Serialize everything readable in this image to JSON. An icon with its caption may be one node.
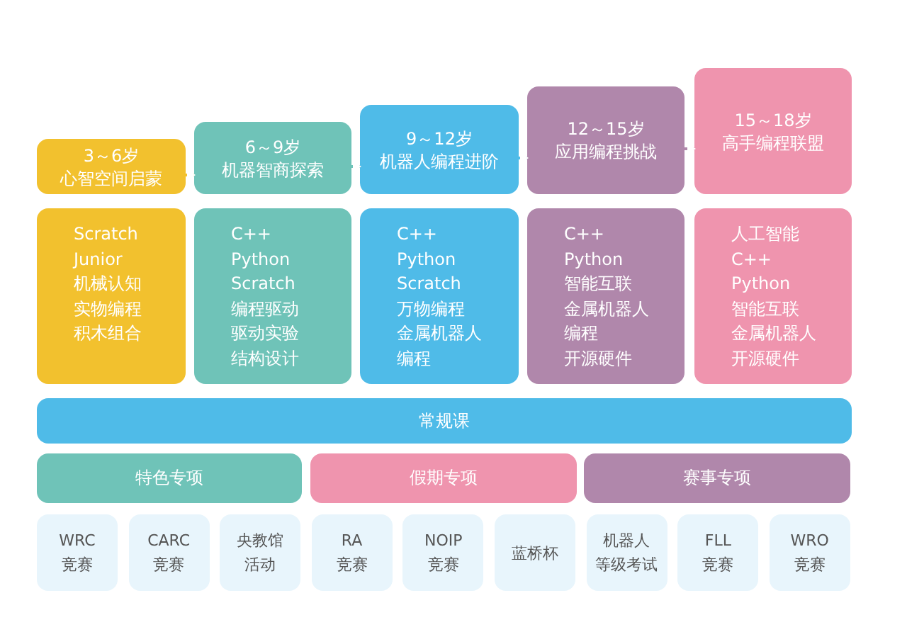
{
  "diagram": {
    "nodes": [
      {
        "text": [
          "3～6岁",
          "心智空间启蒙"
        ]
      },
      {
        "text": [
          "6～9岁",
          "机器智商探索"
        ]
      },
      {
        "text": [
          "9～12岁",
          "机器人编程进阶"
        ]
      },
      {
        "text": [
          "12～15岁",
          "应用编程挑战"
        ]
      },
      {
        "text": [
          "15～18岁",
          "高手编程联盟"
        ]
      },
      {
        "text": [
          "Scratch",
          "Junior",
          "机械认知",
          "实物编程",
          "积木组合"
        ]
      },
      {
        "text": [
          "C++",
          "Python",
          "Scratch",
          "编程驱动",
          "驱动实验",
          "结构设计"
        ]
      },
      {
        "text": [
          "C++",
          "Python",
          "Scratch",
          "万物编程",
          "金属机器人",
          "编程"
        ]
      },
      {
        "text": [
          "C++",
          "Python",
          "智能互联",
          "金属机器人",
          "编程",
          "开源硬件"
        ]
      },
      {
        "text": [
          "人工智能",
          "C++",
          "Python",
          "智能互联",
          "金属机器人",
          "开源硬件"
        ]
      },
      {
        "text": [
          "常规课"
        ]
      },
      {
        "text": [
          "特色专项"
        ]
      },
      {
        "text": [
          "假期专项"
        ]
      },
      {
        "text": [
          "赛事专项"
        ]
      },
      {
        "text": [
          "WRC",
          "竞赛"
        ]
      },
      {
        "text": [
          "CARC",
          "竞赛"
        ]
      },
      {
        "text": [
          "央教馆",
          "活动"
        ]
      },
      {
        "text": [
          "RA",
          "竞赛"
        ]
      },
      {
        "text": [
          "NOIP",
          "竞赛"
        ]
      },
      {
        "text": [
          "蓝桥杯"
        ]
      },
      {
        "text": [
          "机器人",
          "等级考试"
        ]
      },
      {
        "text": [
          "FLL",
          "竞赛"
        ]
      },
      {
        "text": [
          "WRO",
          "竞赛"
        ]
      }
    ],
    "edges": [
      {
        "from": 0,
        "to": 1,
        "arrow": "to",
        "color": "#f2c12e"
      },
      {
        "from": 1,
        "to": 2,
        "arrow": "to",
        "color": "#6fc3b8"
      },
      {
        "from": 2,
        "to": 3,
        "arrow": "to",
        "color": "#4fbbe8"
      },
      {
        "from": 3,
        "to": 4,
        "arrow": "to",
        "color": "#b087ab"
      }
    ]
  }
}
